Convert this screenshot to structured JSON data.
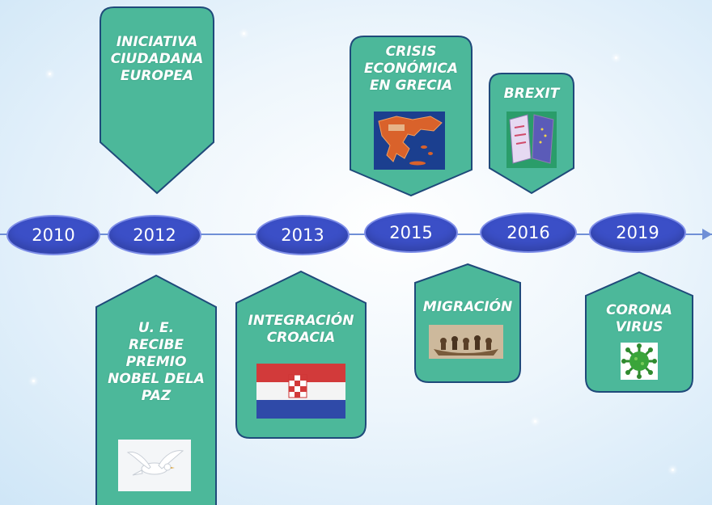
{
  "years": [
    "2010",
    "2012",
    "2013",
    "2015",
    "2016",
    "2019"
  ],
  "events": {
    "iniciativa": "INICIATIVA\nCIUDADANA\nEUROPEA",
    "nobel": "U. E.\nRECIBE\nPREMIO\nNOBEL DELA\nPAZ",
    "croacia": "INTEGRACIÓN\nCROACIA",
    "grecia": "CRISIS\nECONÓMICA\nEN GRECIA",
    "brexit": "BREXIT",
    "migracion": "MIGRACIÓN",
    "corona": "CORONA\nVIRUS"
  },
  "icons": {
    "dove": "dove-image",
    "croatia_flag": "croatia-flag-image",
    "greece_map": "greece-map-image",
    "brexit": "brexit-image",
    "migration": "migration-image",
    "virus": "virus-image"
  },
  "colors": {
    "callout_fill": "#4cb89a",
    "callout_stroke": "#1f4a7a",
    "year_fill": "#3b4fc7",
    "line": "#6f8fd6"
  }
}
